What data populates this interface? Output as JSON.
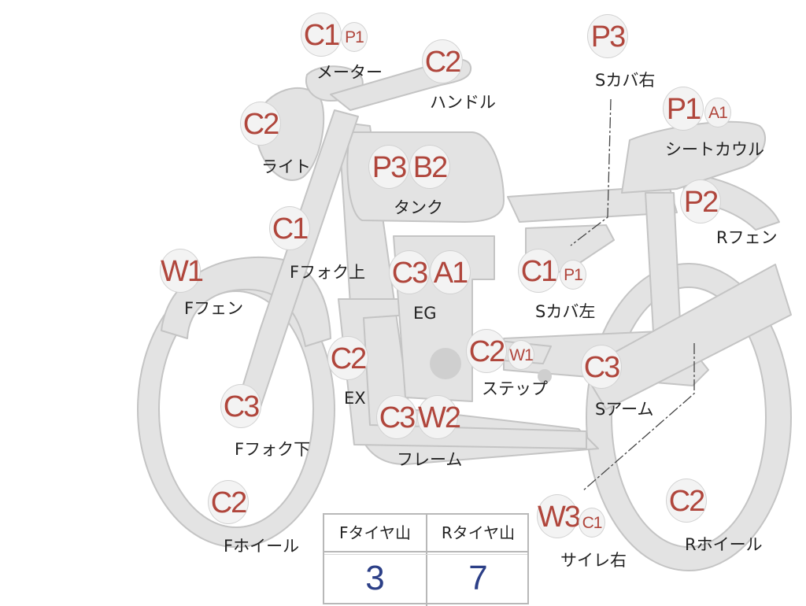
{
  "parts": [
    {
      "id": "meter",
      "name": "メーター",
      "badges": [
        "C1",
        "P1"
      ]
    },
    {
      "id": "handle",
      "name": "ハンドル",
      "badges": [
        "C2"
      ]
    },
    {
      "id": "light",
      "name": "ライト",
      "badges": [
        "C2"
      ]
    },
    {
      "id": "tank",
      "name": "タンク",
      "badges": [
        "P3",
        "B2"
      ]
    },
    {
      "id": "side-cover-right",
      "name": "Sカバ右",
      "badges": [
        "P3"
      ]
    },
    {
      "id": "seat-cowl",
      "name": "シートカウル",
      "badges": [
        "P1",
        "A1"
      ]
    },
    {
      "id": "rear-fender",
      "name": "Rフェン",
      "badges": [
        "P2"
      ]
    },
    {
      "id": "fork-upper",
      "name": "Fフォク上",
      "badges": [
        "C1"
      ]
    },
    {
      "id": "front-fender",
      "name": "Fフェン",
      "badges": [
        "W1"
      ]
    },
    {
      "id": "engine",
      "name": "EG",
      "badges": [
        "C3",
        "A1"
      ]
    },
    {
      "id": "side-cover-left",
      "name": "Sカバ左",
      "badges": [
        "C1",
        "P1"
      ]
    },
    {
      "id": "exhaust",
      "name": "EX",
      "badges": [
        "C2"
      ]
    },
    {
      "id": "step",
      "name": "ステップ",
      "badges": [
        "C2",
        "W1"
      ]
    },
    {
      "id": "swing-arm",
      "name": "Sアーム",
      "badges": [
        "C3"
      ]
    },
    {
      "id": "fork-lower",
      "name": "Fフォク下",
      "badges": [
        "C3"
      ]
    },
    {
      "id": "frame",
      "name": "フレーム",
      "badges": [
        "C3",
        "W2"
      ]
    },
    {
      "id": "front-wheel",
      "name": "Fホイール",
      "badges": [
        "C2"
      ]
    },
    {
      "id": "silencer-right",
      "name": "サイレ右",
      "badges": [
        "W3",
        "C1"
      ]
    },
    {
      "id": "rear-wheel",
      "name": "Rホイール",
      "badges": [
        "C2"
      ]
    }
  ],
  "tire_table": {
    "headers": [
      "Fタイヤ山",
      "Rタイヤ山"
    ],
    "values": [
      "3",
      "7"
    ]
  },
  "colors": {
    "bike_fill": "#e3e3e3",
    "bike_stroke": "#c2c2c2",
    "badge_text": "#b0463c",
    "value_text": "#2c3f87"
  }
}
